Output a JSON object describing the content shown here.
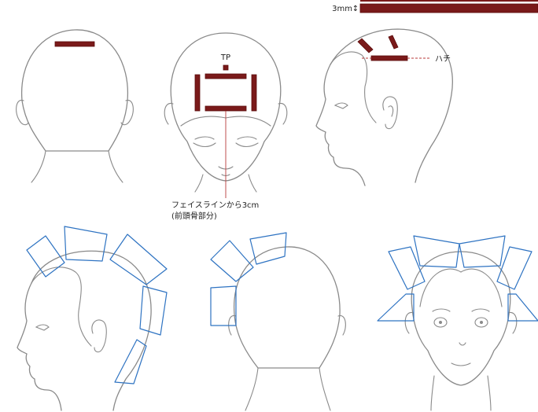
{
  "labels": {
    "scale_size": "3mm",
    "scale_arrow": "↕",
    "tp": "TP",
    "hachi": "ハチ",
    "face_note_line1": "フェイスラインから3cm",
    "face_note_line2": "(前頭骨部分)"
  },
  "colors": {
    "parting": "#7a1a1a",
    "section_outline": "#2e73c2",
    "head_outline": "#8a8a8a",
    "guide_line": "#b83a3a"
  },
  "icons": {
    "scale_arrow": "up-down-arrow-icon"
  }
}
